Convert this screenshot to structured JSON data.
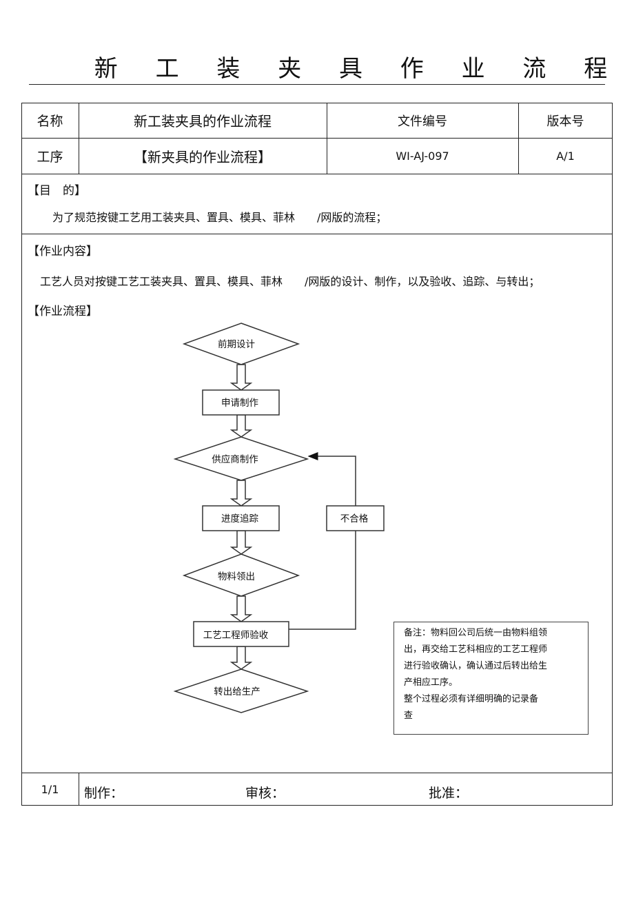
{
  "doc_title": "新 工 装 夹 具 作 业 流 程",
  "header": {
    "name_label": "名称",
    "name_value": "新工装夹具的作业流程",
    "file_no_label": "文件编号",
    "version_label": "版本号",
    "process_label": "工序",
    "process_value": "【新夹具的作业流程】",
    "file_no_value": "WI-AJ-097",
    "version_value": "A/1"
  },
  "purpose": {
    "heading": "【目　的】",
    "text": "为了规范按键工艺用工装夹具、置具、模具、菲林　　/网版的流程；"
  },
  "content": {
    "heading": "【作业内容】",
    "text": "工艺人员对按键工艺工装夹具、置具、模具、菲林　　/网版的设计、制作，以及验收、追踪、与转出；"
  },
  "flow": {
    "heading": "【作业流程】",
    "steps": {
      "design": "前期设计",
      "apply": "申请制作",
      "supplier": "供应商制作",
      "track": "进度追踪",
      "receive": "物料领出",
      "inspect": "工艺工程师验收",
      "transfer": "转出给生产",
      "reject": "不合格"
    },
    "note_lines": [
      "备注：物料回公司后统一由物料组领",
      "出，再交给工艺科相应的工艺工程师",
      "进行验收确认，确认通过后转出给生",
      "产相应工序。",
      "整个过程必须有详细明确的记录备",
      "查"
    ]
  },
  "footer": {
    "page": "1/1",
    "made_by": "制作：",
    "reviewed_by": "审核：",
    "approved_by": "批准："
  }
}
